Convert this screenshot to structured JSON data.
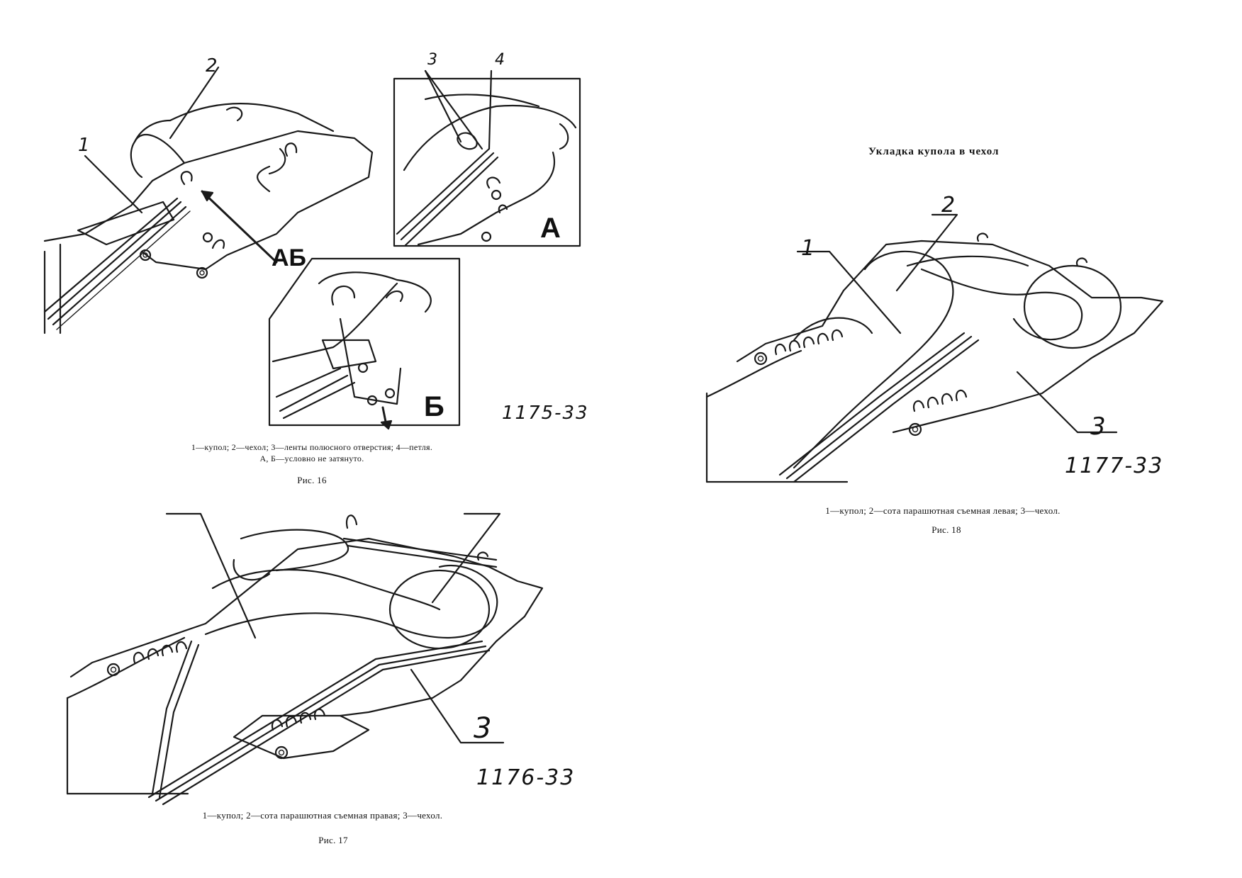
{
  "right_page": {
    "heading": "Укладка купола в чехол"
  },
  "fig16": {
    "number": "1175-33",
    "callouts": [
      "1",
      "2",
      "3",
      "4"
    ],
    "inset_labels": {
      "a": "А",
      "b": "Б",
      "ab": "АБ"
    },
    "caption_line1": "1—купол; 2—чехол; 3—ленты полюсного отверстия; 4—петля.",
    "caption_line2": "А, Б—условно не затянуто.",
    "label": "Рис. 16"
  },
  "fig17": {
    "number": "1176-33",
    "callouts": [
      "3"
    ],
    "caption": "1—купол; 2—сота парашютная съемная правая; 3—чехол.",
    "label": "Рис. 17"
  },
  "fig18": {
    "number": "1177-33",
    "callouts": [
      "1",
      "2",
      "3"
    ],
    "caption": "1—купол; 2—сота парашютная съемная левая; 3—чехол.",
    "label": "Рис. 18"
  }
}
